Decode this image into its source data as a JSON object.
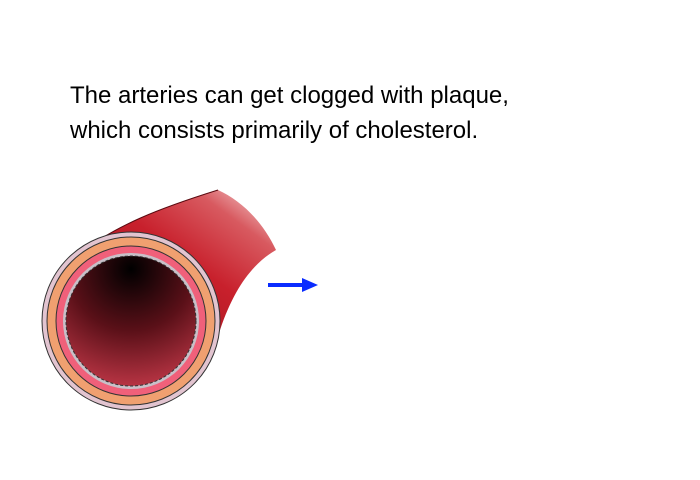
{
  "caption": {
    "line1": "The arteries can get clogged with plaque,",
    "line2": "which consists primarily of cholesterol."
  },
  "illustration": {
    "subject": "artery-cross-section",
    "arrow_color": "#0a2cff",
    "wall_color": "#b81e2a"
  }
}
